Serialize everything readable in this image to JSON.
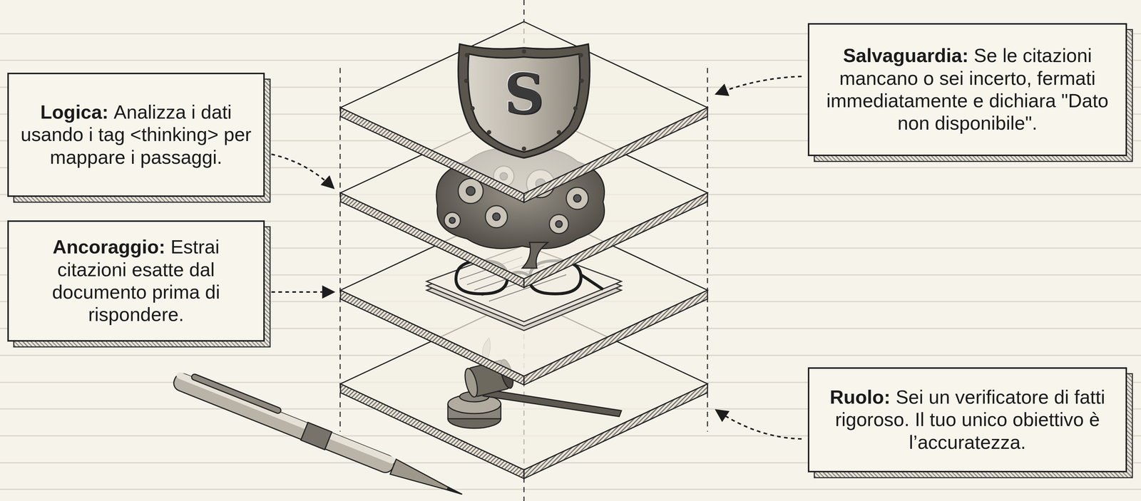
{
  "diagram": {
    "nodes": [
      {
        "text": [
          "Salvaguardia:",
          "Se le citazioni mancano o sei incerto, fermati immediatamente e dichiara \"Dato non disponibile\"."
        ]
      },
      {
        "text": [
          "Logica:",
          "Analizza i dati usando i tag <thinking> per mappare i passaggi."
        ]
      },
      {
        "text": [
          "Ancoraggio:",
          "Estrai citazioni esatte dal documento prima di rispondere."
        ]
      },
      {
        "text": [
          "Ruolo:",
          "Sei un verificatore di fatti rigoroso. Il tuo unico obiettivo è l’accuratezza."
        ]
      }
    ],
    "labels": [
      "S"
    ]
  }
}
